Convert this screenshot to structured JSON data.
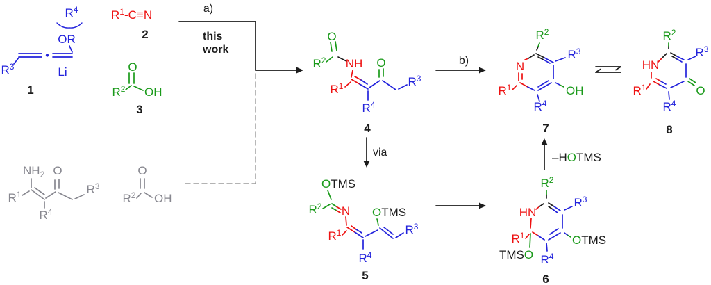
{
  "colors": {
    "blue": "#2323dc",
    "red": "#ee1111",
    "green": "#1a9a1a",
    "gray": "#87878f",
    "black": "#1c1c1c",
    "dash_gray": "#9a9a9a"
  },
  "labels": {
    "r1": {
      "base": "R",
      "sup": "1"
    },
    "r2": {
      "base": "R",
      "sup": "2"
    },
    "r3": {
      "base": "R",
      "sup": "3"
    },
    "r4": {
      "base": "R",
      "sup": "4"
    }
  },
  "compound1": {
    "or": "OR",
    "li": "Li",
    "num": "1"
  },
  "compound2": {
    "base": "R",
    "sup": "1",
    "rest": "-C≡N",
    "num": "2"
  },
  "compound3": {
    "o": "O",
    "oh": "OH",
    "num": "3"
  },
  "compound4": {
    "amide_o": "O",
    "nh": "NH",
    "ketone_o": "O",
    "num": "4"
  },
  "compound5": {
    "o_top": "O",
    "tms_top": "TMS",
    "n": "N",
    "o_mid": "O",
    "tms_mid": "TMS",
    "num": "5"
  },
  "compound6": {
    "hn": "HN",
    "o_right": "O",
    "tms_right": "TMS",
    "tms_left": "TMS",
    "o_left": "O",
    "num": "6"
  },
  "compound7": {
    "n": "N",
    "oh": "OH",
    "num": "7"
  },
  "compound8": {
    "hn": "HN",
    "o": "O",
    "num": "8"
  },
  "gray_enaminone": {
    "nh": "NH",
    "nh_sub": "2",
    "o": "O"
  },
  "gray_acid": {
    "o": "O",
    "oh": "OH"
  },
  "arrows": {
    "a": "a)",
    "this_work_line1": "this",
    "this_work_line2": "work",
    "b": "b)",
    "via": "via",
    "hotms_prefix": "–H",
    "hotms_o": "O",
    "hotms_suffix": "TMS"
  }
}
